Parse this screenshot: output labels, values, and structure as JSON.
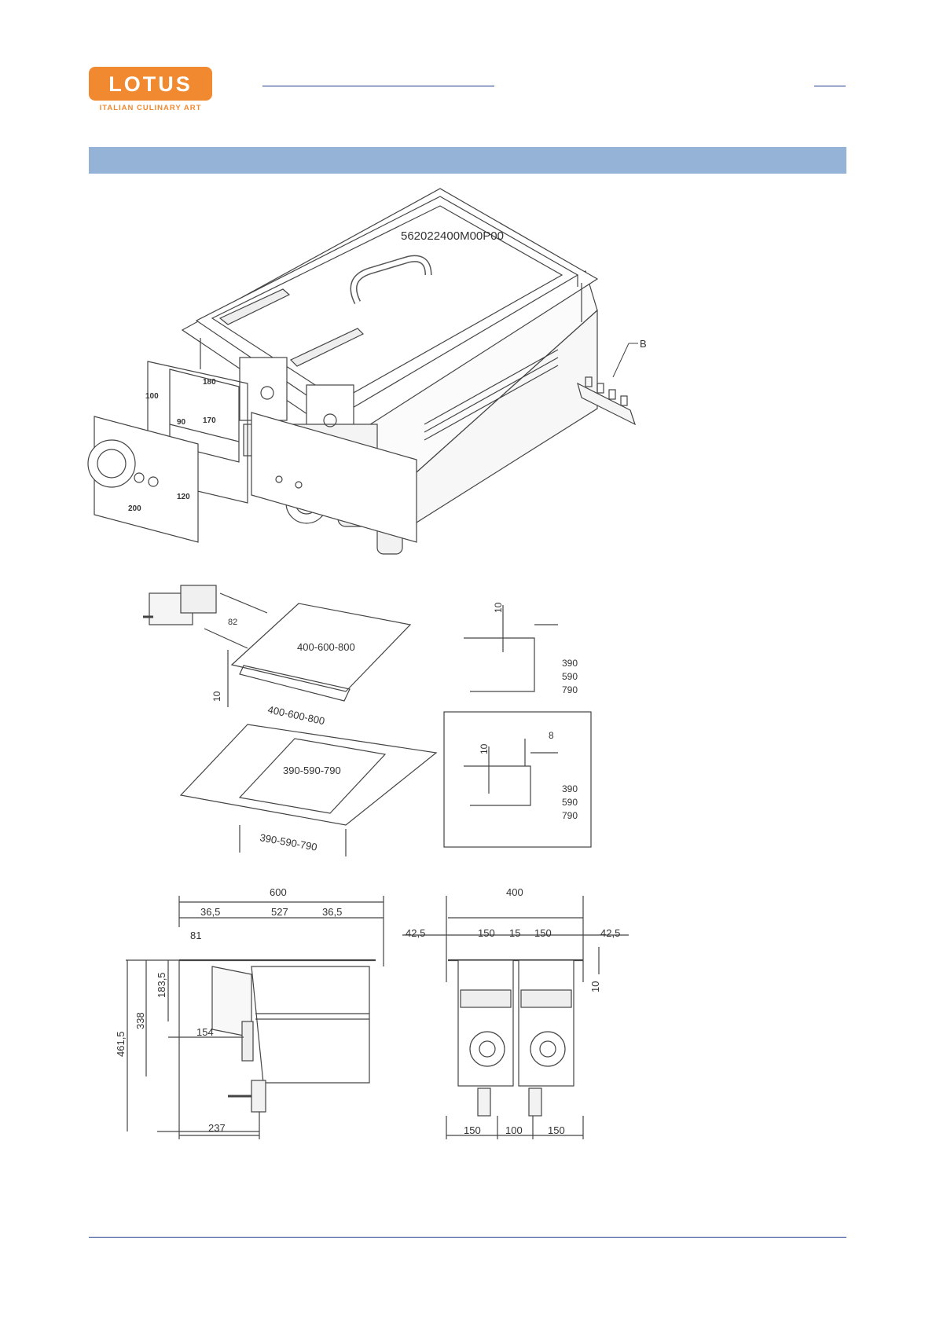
{
  "brand": {
    "name": "LOTUS",
    "tagline": "ITALIAN CULINARY ART",
    "color": "#f0892f"
  },
  "colors": {
    "band": "#95b3d7",
    "rule": "#1f3b8f",
    "ink": "#333333"
  },
  "isometric": {
    "code_label": "562022400M00P00",
    "part_label": "B",
    "panel_dims": [
      "180",
      "100",
      "90",
      "170",
      "120",
      "200"
    ]
  },
  "cutout": {
    "thermostat_dim": "82",
    "lid_span_top": "400-600-800",
    "lid_span_front": "400-600-800",
    "lid_rim": "10",
    "hole_span_top": "390-590-790",
    "hole_span_front": "390-590-790"
  },
  "detail_a": {
    "gap": "10",
    "sizes": [
      "390",
      "590",
      "790"
    ]
  },
  "detail_b": {
    "gap": "10",
    "offset": "8",
    "sizes": [
      "390",
      "590",
      "790"
    ]
  },
  "side_view": {
    "overall_width": "600",
    "left_margin": "36,5",
    "inner": "527",
    "right_margin": "36,5",
    "inset": "81",
    "depth_a": "183,5",
    "depth_b": "338",
    "depth_c": "461,5",
    "control": "154",
    "drain": "237"
  },
  "front_view": {
    "overall_width": "400",
    "left_overhang": "42,5",
    "well_a": "150",
    "divider": "15",
    "well_b": "150",
    "right_overhang": "42,5",
    "rim": "10",
    "bottom_a": "150",
    "bottom_mid": "100",
    "bottom_b": "150"
  }
}
